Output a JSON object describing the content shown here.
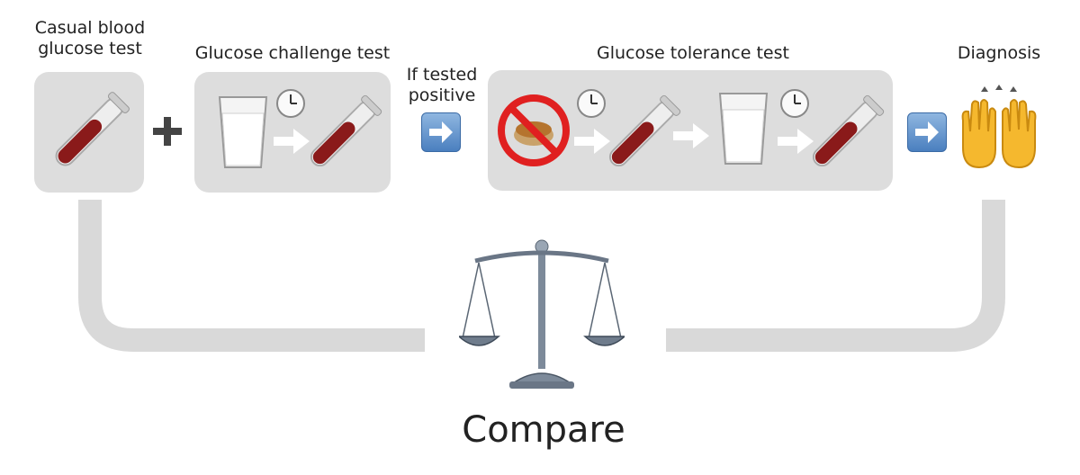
{
  "steps": {
    "casual": "Casual blood\nglucose test",
    "challenge": "Glucose challenge test",
    "if_positive": "If tested\npositive",
    "tolerance": "Glucose tolerance test",
    "diagnosis": "Diagnosis"
  },
  "compare_label": "Compare",
  "icons": [
    "blood-test-tube-icon",
    "plus-icon",
    "milk-glass-icon",
    "clock-icon",
    "right-arrow-icon",
    "right-arrow-button-icon",
    "no-food-icon",
    "raised-hands-icon",
    "balance-scale-icon"
  ],
  "colors": {
    "box": "#dddddd",
    "connector": "#d9d9d9",
    "blood": "#8a1a1a",
    "arrow_button": "#4a7fbf",
    "hands": "#f5b82e"
  }
}
